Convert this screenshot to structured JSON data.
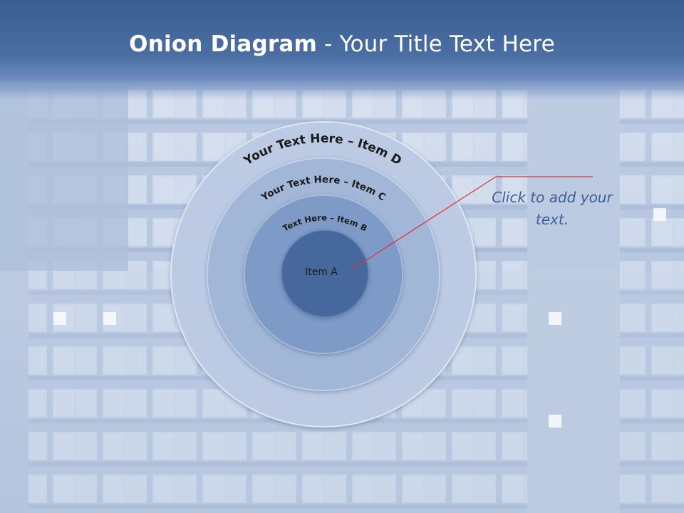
{
  "slide": {
    "title_bold": "Onion Diagram",
    "title_rest": " - Your Title Text Here"
  },
  "onion": {
    "layers": [
      {
        "label": "Your Text Here – Item D",
        "color": "#bccbe3"
      },
      {
        "label": "Your Text Here – Item C",
        "color": "#a2b7d7"
      },
      {
        "label": "Text Here – Item B",
        "color": "#7e9ac6"
      },
      {
        "label": "Item A",
        "color": "#46679c"
      }
    ]
  },
  "callout": {
    "text": "Click  to add your text.",
    "line_color": "#e0303a"
  },
  "colors": {
    "header": "#4a6ea3",
    "label_text": "#1a1a1a",
    "callout_text": "#3d5f95"
  }
}
